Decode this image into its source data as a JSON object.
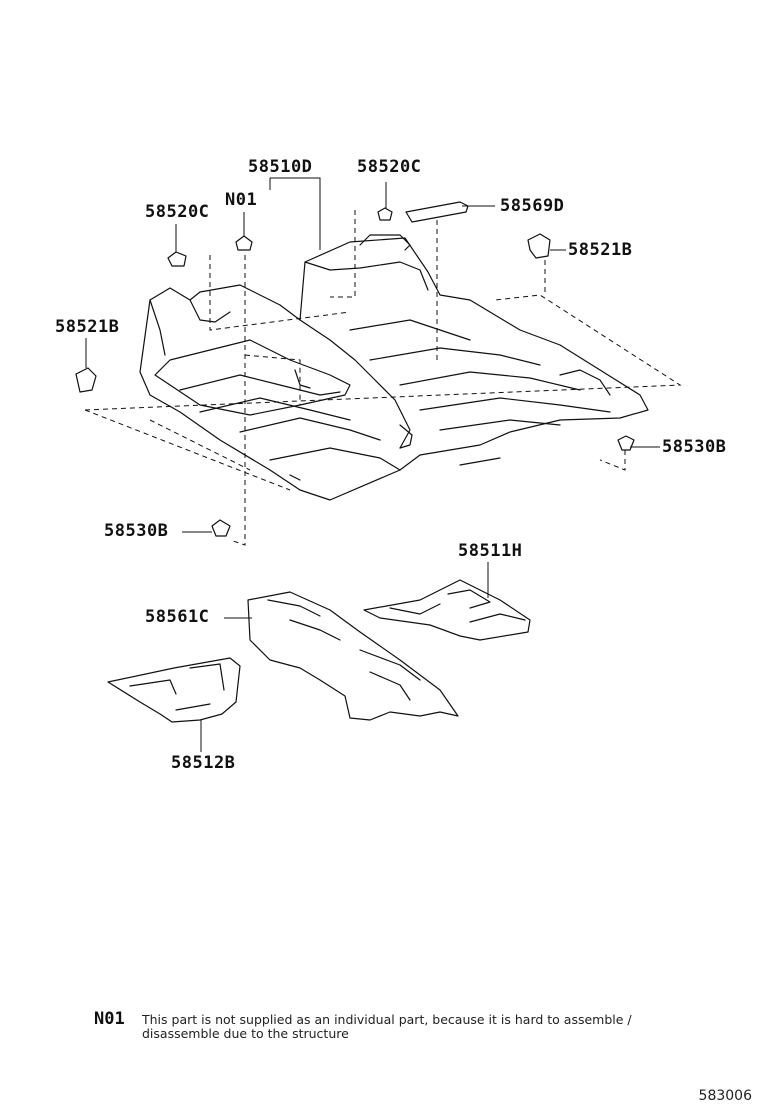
{
  "labels": {
    "p58510D": "58510D",
    "p58520C_top": "58520C",
    "p58569D": "58569D",
    "p58520C_left": "58520C",
    "n01": "N01",
    "p58521B_right": "58521B",
    "p58521B_left": "58521B",
    "p58530B_right": "58530B",
    "p58530B_left": "58530B",
    "p58511H": "58511H",
    "p58561C": "58561C",
    "p58512B": "58512B"
  },
  "note": {
    "code": "N01",
    "text": "This part is not supplied as an individual part, because it is hard to assemble / disassemble due to the structure"
  },
  "figure_id": "583006"
}
